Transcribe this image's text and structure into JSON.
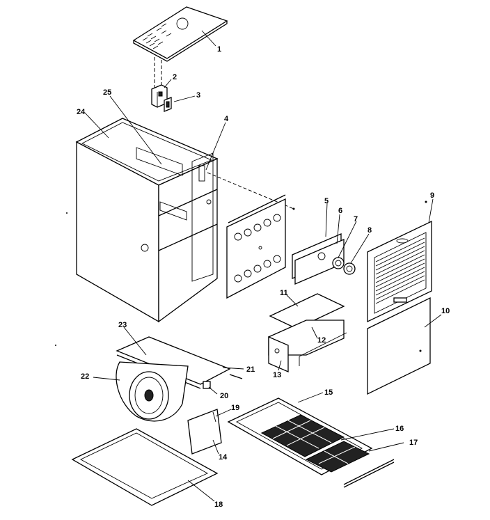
{
  "diagram": {
    "labels": [
      "1",
      "2",
      "3",
      "4",
      "5",
      "6",
      "7",
      "8",
      "9",
      "10",
      "11",
      "12",
      "13",
      "14",
      "15",
      "16",
      "17",
      "18",
      "19",
      "20",
      "21",
      "22",
      "23",
      "24",
      "25"
    ]
  }
}
